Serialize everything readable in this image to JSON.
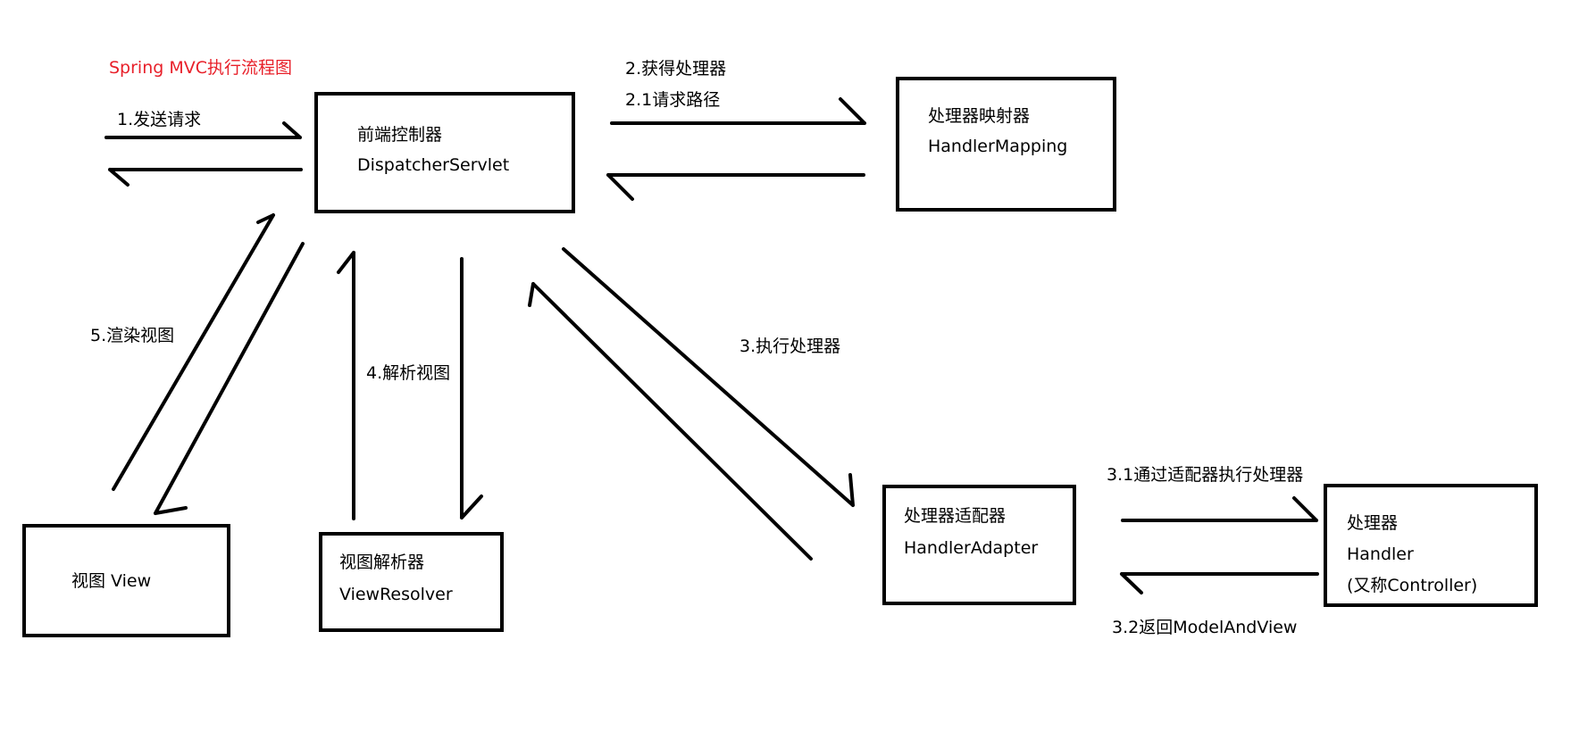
{
  "title": "Spring MVC执行流程图",
  "colors": {
    "title": "#e8202a",
    "ink": "#000000",
    "background": "#ffffff"
  },
  "nodes": {
    "dispatcher": {
      "line1": "前端控制器",
      "line2": "DispatcherServlet"
    },
    "handler_mapping": {
      "line1": "处理器映射器",
      "line2": "HandlerMapping"
    },
    "handler_adapter": {
      "line1": "处理器适配器",
      "line2": "HandlerAdapter"
    },
    "handler": {
      "line1": "处理器",
      "line2": "Handler",
      "line3": "(又称Controller)"
    },
    "view": {
      "line1": "视图 View"
    },
    "view_resolver": {
      "line1": "视图解析器",
      "line2": "ViewResolver"
    }
  },
  "edges": {
    "send_request": "1.发送请求",
    "get_handler": "2.获得处理器",
    "request_path": "2.1请求路径",
    "execute_handler": "3.执行处理器",
    "via_adapter": "3.1通过适配器执行处理器",
    "return_mav": "3.2返回ModelAndView",
    "resolve_view": "4.解析视图",
    "render_view": "5.渲染视图"
  }
}
